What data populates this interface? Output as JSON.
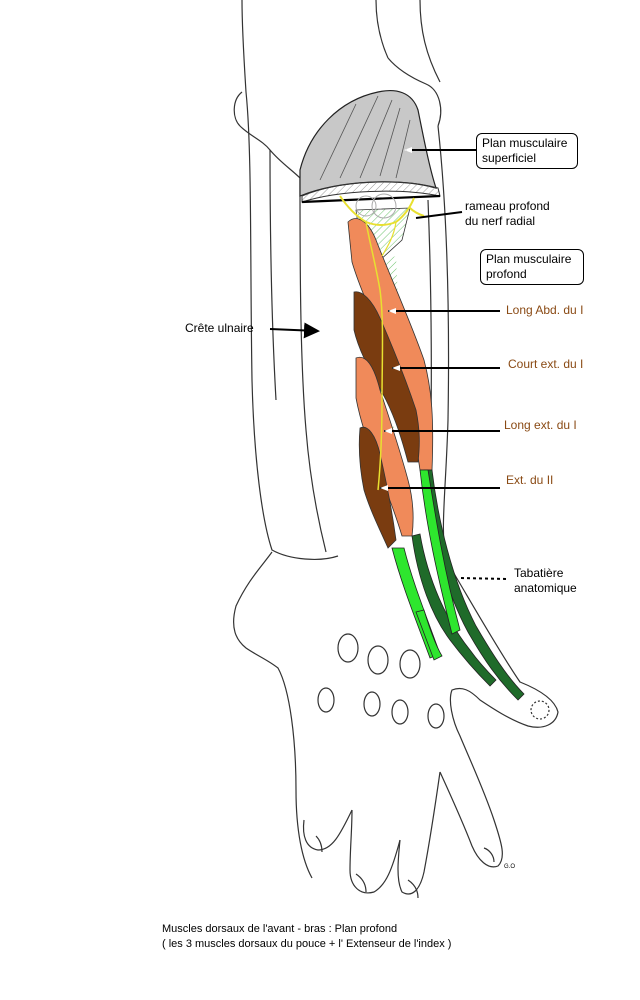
{
  "labels": {
    "plan_superficiel": "Plan musculaire superficiel",
    "rameau_profond": "rameau profond du nerf radial",
    "plan_profond": "Plan musculaire profond",
    "crete_ulnaire": "Crête ulnaire",
    "long_abd": "Long Abd. du I",
    "court_ext": "Court ext. du I",
    "long_ext": "Long ext. du I",
    "ext_ii": "Ext. du II",
    "tabatiere": "Tabatière anatomique"
  },
  "caption": {
    "line1": "Muscles dorsaux de l'avant - bras : Plan profond",
    "line2": "( les 3 muscles dorsaux du pouce + l' Extenseur de l'index )"
  },
  "signature": "G.O",
  "colors": {
    "superficial_muscle": "#c8c8c8",
    "abductor_extensor": "#f08a5a",
    "extensor_brown": "#7a3c10",
    "tendon_light_green": "#2ee62e",
    "tendon_dark_green": "#1f6b2a",
    "nerve": "#e8e030",
    "label_brown": "#8a4a14"
  }
}
